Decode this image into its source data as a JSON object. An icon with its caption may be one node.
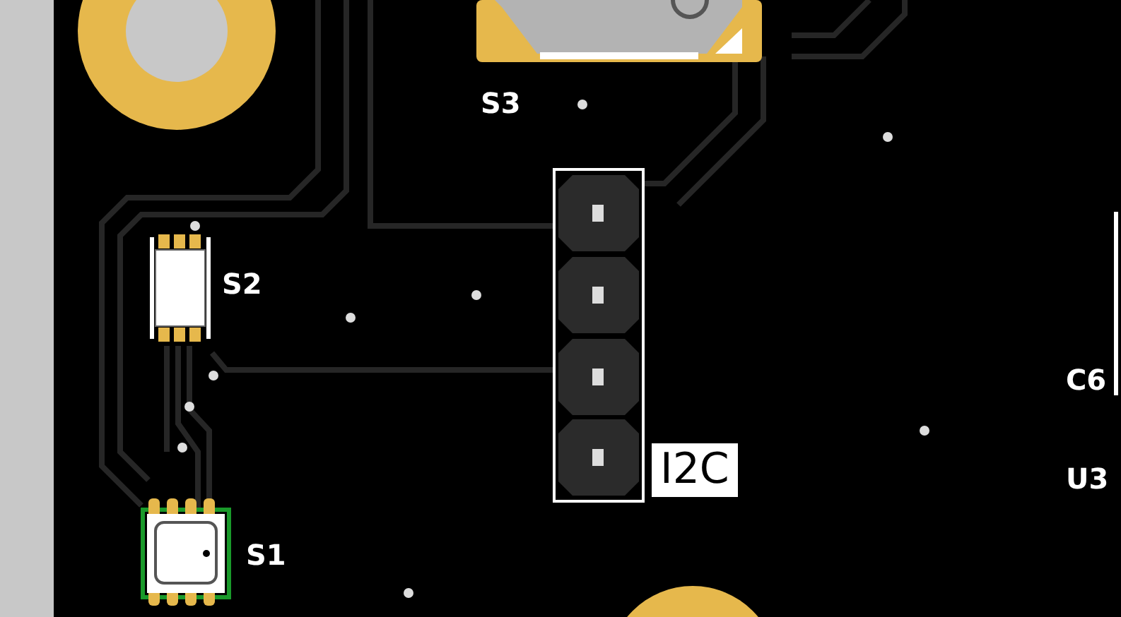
{
  "diagram": {
    "labels": [
      "S3",
      "S2",
      "I2C",
      "C6",
      "S1",
      "U3"
    ]
  }
}
